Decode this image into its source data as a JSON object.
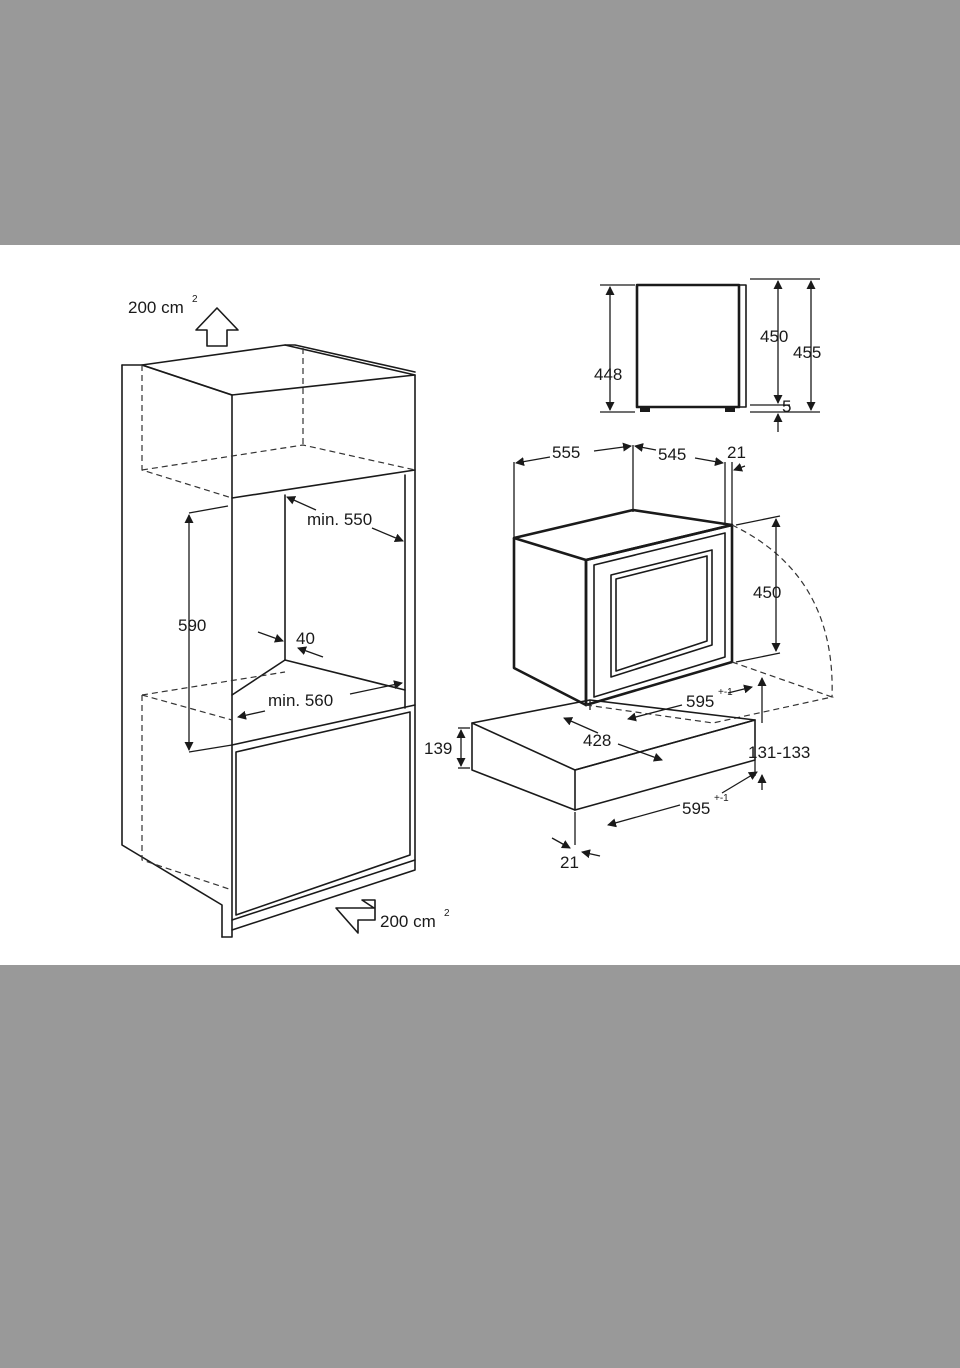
{
  "labels": {
    "vent_top": "200 cm",
    "vent_top_sup": "2",
    "vent_bottom": "200 cm",
    "vent_bottom_sup": "2",
    "min_550": "min. 550",
    "min_560": "min. 560",
    "h_590": "590",
    "d_40": "40",
    "side_448": "448",
    "side_450": "450",
    "side_455": "455",
    "side_5": "5",
    "d_555": "555",
    "d_545": "545",
    "d_21_top": "21",
    "h_450": "450",
    "w_595_a": "595",
    "w_595_a_sup": "+-1",
    "w_428": "428",
    "r_131_133": "131-133",
    "h_139": "139",
    "w_595_b": "595",
    "w_595_b_sup": "+-1",
    "d_21_bottom": "21"
  }
}
